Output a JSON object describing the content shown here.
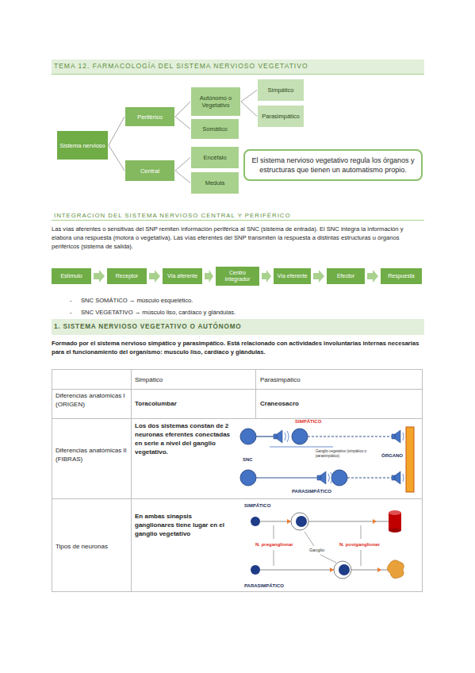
{
  "diagram": {
    "title": "TEMA 12. FARMACOLOGÍA DEL SISTEMA NERVIOSO VEGETATIVO",
    "nodes": [
      {
        "text": [
          "Sistema nervioso"
        ]
      },
      {
        "text": [
          "Periférico"
        ]
      },
      {
        "text": [
          "Central"
        ]
      },
      {
        "text": [
          "Autónomo o Vegetativo"
        ]
      },
      {
        "text": [
          "Somático"
        ]
      },
      {
        "text": [
          "Encéfalo"
        ]
      },
      {
        "text": [
          "Medula"
        ]
      },
      {
        "text": [
          "Simpático"
        ]
      },
      {
        "text": [
          "Parasimpático"
        ]
      },
      {
        "text": [
          "El sistema nervioso vegetativo regula los órganos y estructuras que tienen un automatismo propio."
        ]
      },
      {
        "text": [
          "Estímulo"
        ]
      },
      {
        "text": [
          "Receptor"
        ]
      },
      {
        "text": [
          "Vía aferente"
        ]
      },
      {
        "text": [
          "Centro integrador"
        ]
      },
      {
        "text": [
          "Vía eferente"
        ]
      },
      {
        "text": [
          "Efector"
        ]
      },
      {
        "text": [
          "Respuesta"
        ]
      }
    ],
    "edges": [
      {
        "from": 0,
        "to": 1,
        "arrow": "none"
      },
      {
        "from": 0,
        "to": 2,
        "arrow": "none"
      },
      {
        "from": 1,
        "to": 3,
        "arrow": "none"
      },
      {
        "from": 1,
        "to": 4,
        "arrow": "none"
      },
      {
        "from": 2,
        "to": 5,
        "arrow": "none"
      },
      {
        "from": 2,
        "to": 6,
        "arrow": "none"
      },
      {
        "from": 3,
        "to": 7,
        "arrow": "none"
      },
      {
        "from": 3,
        "to": 8,
        "arrow": "none"
      },
      {
        "from": 10,
        "to": 11,
        "arrow": "to"
      },
      {
        "from": 11,
        "to": 12,
        "arrow": "to"
      },
      {
        "from": 12,
        "to": 13,
        "arrow": "to"
      },
      {
        "from": 13,
        "to": 14,
        "arrow": "to"
      },
      {
        "from": 14,
        "to": 15,
        "arrow": "to"
      },
      {
        "from": 15,
        "to": 16,
        "arrow": "to"
      }
    ],
    "labels": [
      "INTEGRACION DEL SISTEMA NERVIOSO CENTRAL Y PERIFÉRICO",
      "Las vías aferentes o sensitivas del SNP remiten información periférica al SNC (sistema de entrada). El SNC integra la información y elabora una respuesta (motora o vegetativa). Las vías eferentes del SNP transmiten la respuesta a distintas estructuras u órganos periféricos (sistema de salida).",
      "-",
      "SNC SOMÁTICO → músculo esquelético.",
      "-",
      "SNC VEGETATIVO → músculo liso, cardíaco y glándulas.",
      "1. SISTEMA NERVIOSO VEGETATIVO O AUTÓNOMO",
      "Formado por el sistema nervioso simpático y parasimpático. Está relacionado con actividades involuntarias internas necesarias para el funcionamiento del organismo: musculo liso, cardíaco y glándulas.",
      "Simpático",
      "Parasimpático",
      "Diferencias anatómicas I (ORIGEN)",
      "Toracolumbar",
      "Craneosacro",
      "Diferencias anatómicas II (FIBRAS)",
      "Los dos sistemas constan de 2 neuronas eferentes conectadas en serie a nivel del ganglio vegetativo.",
      "Tipos de neuronas",
      "En ambas sinapsis ganglionares tiene lugar en el ganglio vegetativo",
      "SIMPÁTICO",
      "Ganglio vegetativo (simpático o parasimpático)",
      "SNC",
      "ÓRGANO",
      "PARASIMPÁTICO",
      "SIMPÁTICO",
      "N. preganglionar",
      "Ganglio",
      "N. postganglionar",
      "PARASIMPÁTICO"
    ]
  }
}
